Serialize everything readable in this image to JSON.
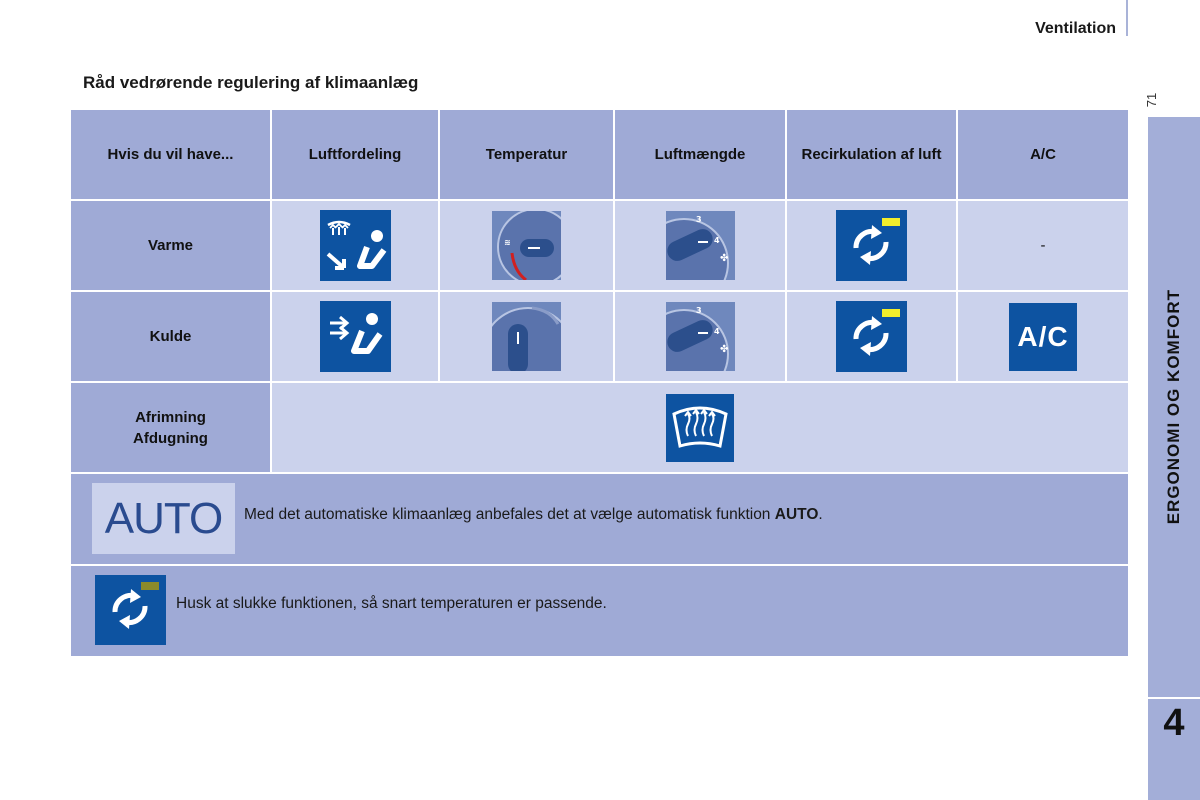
{
  "header": {
    "section": "Ventilation",
    "page_number": "71"
  },
  "sidebar": {
    "chapter_title": "ERGONOMI OG KOMFORT",
    "chapter_number": "4"
  },
  "title": "Råd vedrørende regulering af klimaanlæg",
  "table": {
    "headers": [
      "Hvis du vil have...",
      "Luftfordeling",
      "Temperatur",
      "Luftmængde",
      "Recirkulation af luft",
      "A/C"
    ],
    "rows": [
      {
        "label": "Varme",
        "distribution_icon": "air-to-feet-and-windscreen-icon",
        "temperature_icon": "temperature-dial-hot-icon",
        "flow_icon": "fan-dial-high-icon",
        "recirculation_icon": "recirculation-on-icon",
        "ac": "-"
      },
      {
        "label": "Kulde",
        "distribution_icon": "air-to-face-icon",
        "temperature_icon": "temperature-dial-cold-icon",
        "flow_icon": "fan-dial-high-icon",
        "recirculation_icon": "recirculation-on-icon",
        "ac_label": "A/C"
      },
      {
        "label_line1": "Afrimning",
        "label_line2": "Afdugning",
        "icon": "windscreen-defrost-icon"
      }
    ]
  },
  "notes": {
    "auto_label": "AUTO",
    "auto_text_before": "Med det automatiske klimaanlæg anbefales det at vælge automatisk funktion ",
    "auto_text_bold": "AUTO",
    "auto_text_after": ".",
    "recirc_text": "Husk at slukke funktionen, så snart temperaturen er passende."
  },
  "colors": {
    "header_cell": "#9faad6",
    "body_cell": "#cbd2ec",
    "icon_blue": "#0d53a1",
    "indicator_on": "#f2ee2b",
    "indicator_off": "#8a8a2a"
  }
}
